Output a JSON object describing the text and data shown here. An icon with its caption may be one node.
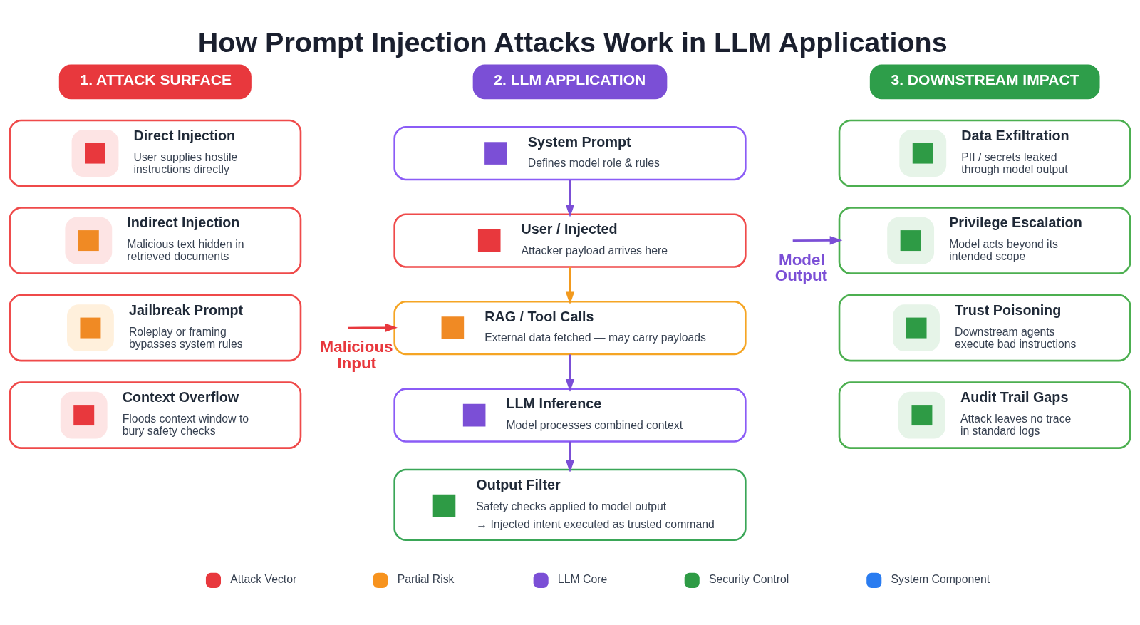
{
  "diagram": {
    "title": "How Prompt Injection Attacks Work in LLM Applications",
    "nodes": [
      {
        "text": [
          "1. ATTACK SURFACE"
        ]
      },
      {
        "text": [
          "Direct Injection",
          "User supplies hostile instructions directly"
        ]
      },
      {
        "text": [
          "Indirect Injection",
          "Malicious text hidden in retrieved documents"
        ]
      },
      {
        "text": [
          "Jailbreak Prompt",
          "Roleplay or framing bypasses system rules"
        ]
      },
      {
        "text": [
          "Context Overflow",
          "Floods context window to bury safety checks"
        ]
      },
      {
        "text": [
          "2. LLM APPLICATION"
        ]
      },
      {
        "text": [
          "System Prompt",
          "Defines model role & rules"
        ]
      },
      {
        "text": [
          "User / Injected",
          "Attacker payload arrives here"
        ]
      },
      {
        "text": [
          "RAG / Tool Calls",
          "External data fetched — may carry payloads"
        ]
      },
      {
        "text": [
          "LLM Inference",
          "Model processes combined context"
        ]
      },
      {
        "text": [
          "Output Filter",
          "Safety checks applied to model output",
          "→ Injected intent executed as trusted command"
        ]
      },
      {
        "text": [
          "3. DOWNSTREAM IMPACT"
        ]
      },
      {
        "text": [
          "Data Exfiltration",
          "PII / secrets leaked through model output"
        ]
      },
      {
        "text": [
          "Privilege Escalation",
          "Model acts beyond its intended scope"
        ]
      },
      {
        "text": [
          "Trust Poisoning",
          "Downstream agents execute bad instructions"
        ]
      },
      {
        "text": [
          "Audit Trail Gaps",
          "Attack leaves no trace in standard logs"
        ]
      }
    ],
    "edges": [
      {
        "from": 6,
        "to": 7,
        "arrow": "to"
      },
      {
        "from": 7,
        "to": 8,
        "arrow": "to",
        "color": "#f29a1e"
      },
      {
        "from": 8,
        "to": 9,
        "arrow": "to"
      },
      {
        "from": 9,
        "to": 10,
        "arrow": "to"
      },
      {
        "from": null,
        "to": 8,
        "arrow": "to",
        "label": "Malicious Input",
        "color": "#e8383d"
      },
      {
        "from": null,
        "to": 13,
        "arrow": "to",
        "label": "Model Output"
      }
    ],
    "legend": [
      {
        "text": "Attack Vector",
        "color": "#e8383d"
      },
      {
        "text": "Partial Risk",
        "color": "#f7931e"
      },
      {
        "text": "LLM Core",
        "color": "#7b4fd6"
      },
      {
        "text": "Security Control",
        "color": "#2e9b45"
      },
      {
        "text": "System Component",
        "color": "#2a7cf0"
      }
    ]
  }
}
